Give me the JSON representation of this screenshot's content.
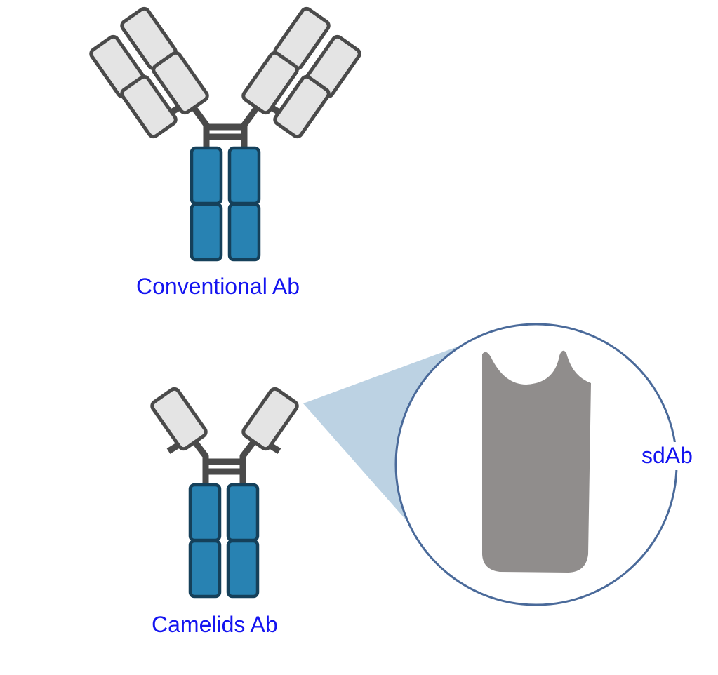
{
  "labels": {
    "conventional": "Conventional Ab",
    "camelid": "Camelids Ab",
    "sdab": "sdAb"
  },
  "colors": {
    "label_text": "#1414f0",
    "fab_fill": "#e4e4e4",
    "fc_fill": "#2882b2",
    "sdab_fill": "#908d8c",
    "zoom_cone": "#bcd2e3",
    "circle_stroke": "#4a6a9a"
  }
}
